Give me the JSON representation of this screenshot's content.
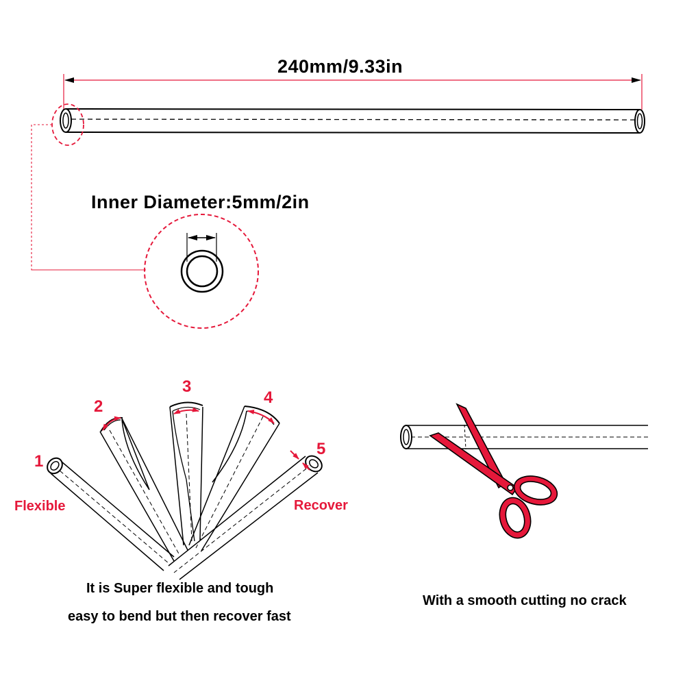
{
  "length_label": "240mm/9.33in",
  "inner_diameter_label": "Inner Diameter:5mm/2in",
  "bend_steps": [
    "1",
    "2",
    "3",
    "4",
    "5"
  ],
  "flexible_label": "Flexible",
  "recover_label": "Recover",
  "flex_caption_line1": "It is Super flexible and tough",
  "flex_caption_line2": "easy to bend but then recover fast",
  "cut_caption": "With a smooth cutting no crack",
  "colors": {
    "accent_red": "#e5183a",
    "line": "#000000"
  }
}
